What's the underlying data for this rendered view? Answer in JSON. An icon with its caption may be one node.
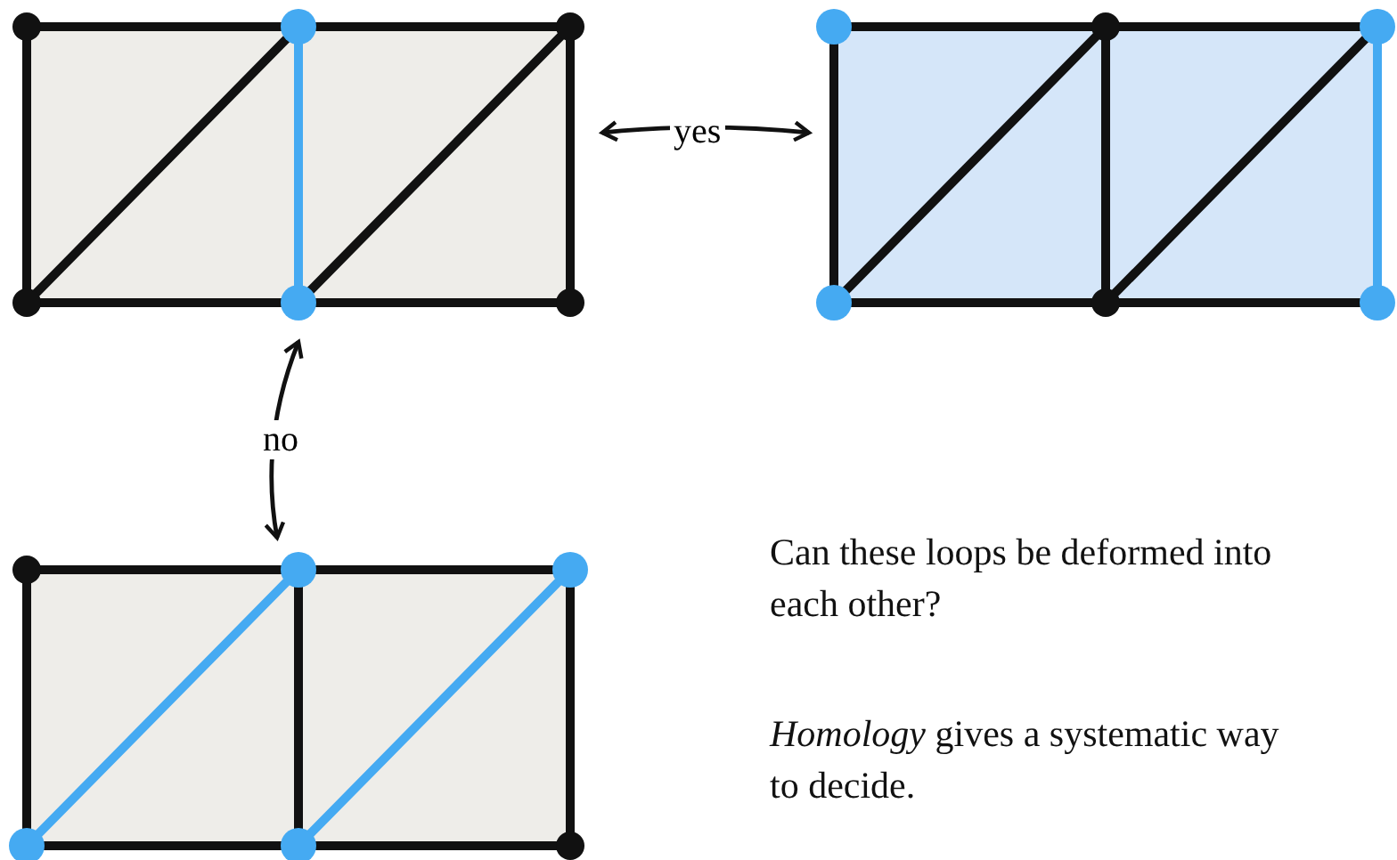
{
  "diagram": {
    "nodes": [
      {
        "text": [],
        "shape": "picture"
      },
      {
        "text": [],
        "shape": "picture"
      },
      {
        "text": [],
        "shape": "picture"
      }
    ],
    "edges": [
      {
        "from": 0,
        "to": 1,
        "arrow": "both",
        "label": "yes"
      },
      {
        "from": 0,
        "to": 2,
        "arrow": "both",
        "label": "no"
      }
    ],
    "labels": [
      "Can these loops be deformed into each other?",
      "*Homology* gives a systematic way to decide."
    ]
  }
}
